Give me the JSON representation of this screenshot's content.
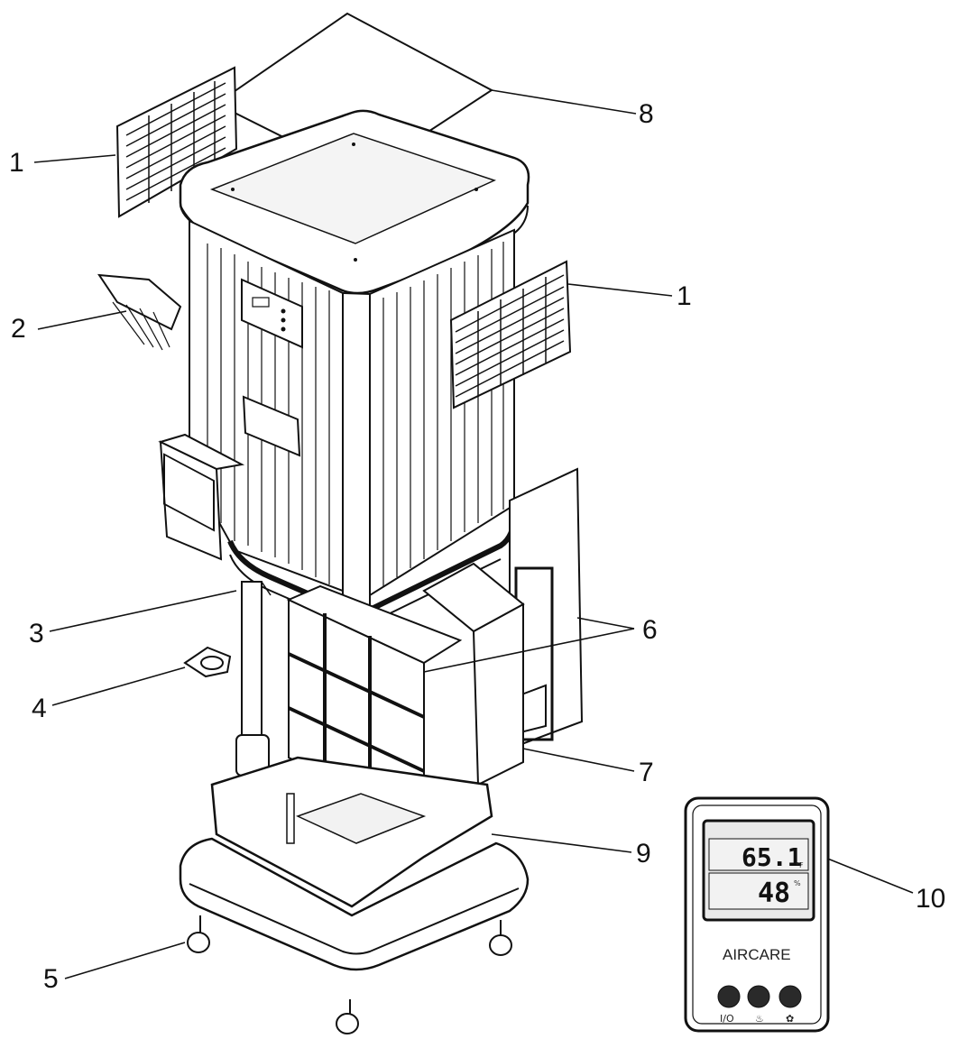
{
  "callouts": [
    {
      "id": "c1a",
      "text": "1"
    },
    {
      "id": "c2",
      "text": "2"
    },
    {
      "id": "c3",
      "text": "3"
    },
    {
      "id": "c4",
      "text": "4"
    },
    {
      "id": "c5",
      "text": "5"
    },
    {
      "id": "c1b",
      "text": "1"
    },
    {
      "id": "c8",
      "text": "8"
    },
    {
      "id": "c6",
      "text": "6"
    },
    {
      "id": "c7",
      "text": "7"
    },
    {
      "id": "c9",
      "text": "9"
    },
    {
      "id": "c10",
      "text": "10"
    }
  ],
  "hygrometer": {
    "temperature": "65.1",
    "temp_unit": "°F",
    "humidity": "48",
    "humidity_unit": "%",
    "brand": "AIRCARE",
    "button_power_label": "I/O"
  },
  "colors": {
    "line": "#111111",
    "fill": "#ffffff",
    "shade": "#d9d9d9",
    "dark": "#2a2a2a"
  }
}
